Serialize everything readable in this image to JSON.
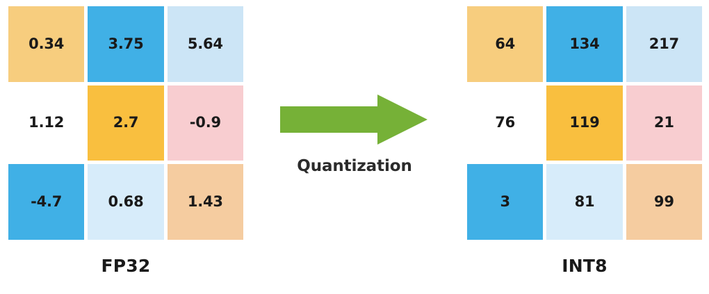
{
  "theme": {
    "background": "#ffffff",
    "text_color": "#1a1a1a",
    "arrow_color": "#76b137",
    "palette": {
      "amber_light": "#f7cd7e",
      "amber_deep": "#f9bf3f",
      "blue_strong": "#40b0e6",
      "blue_pale": "#cce5f6",
      "blue_paler": "#d7ecfa",
      "pink": "#f8cdd0",
      "peach": "#f5cca0",
      "white": "#ffffff"
    }
  },
  "arrow": {
    "icon": "right-arrow-icon",
    "label": "Quantization",
    "color": "#76b137"
  },
  "matrices": {
    "source": {
      "caption": "FP32",
      "rows": 3,
      "cols": 3,
      "cells": [
        {
          "value": "0.34",
          "color": "#f7cd7e"
        },
        {
          "value": "3.75",
          "color": "#40b0e6"
        },
        {
          "value": "5.64",
          "color": "#cce5f6"
        },
        {
          "value": "1.12",
          "color": "#ffffff"
        },
        {
          "value": "2.7",
          "color": "#f9bf3f"
        },
        {
          "value": "-0.9",
          "color": "#f8cdd0"
        },
        {
          "value": "-4.7",
          "color": "#40b0e6"
        },
        {
          "value": "0.68",
          "color": "#d7ecfa"
        },
        {
          "value": "1.43",
          "color": "#f5cca0"
        }
      ]
    },
    "target": {
      "caption": "INT8",
      "rows": 3,
      "cols": 3,
      "cells": [
        {
          "value": "64",
          "color": "#f7cd7e"
        },
        {
          "value": "134",
          "color": "#40b0e6"
        },
        {
          "value": "217",
          "color": "#cce5f6"
        },
        {
          "value": "76",
          "color": "#ffffff"
        },
        {
          "value": "119",
          "color": "#f9bf3f"
        },
        {
          "value": "21",
          "color": "#f8cdd0"
        },
        {
          "value": "3",
          "color": "#40b0e6"
        },
        {
          "value": "81",
          "color": "#d7ecfa"
        },
        {
          "value": "99",
          "color": "#f5cca0"
        }
      ]
    }
  }
}
